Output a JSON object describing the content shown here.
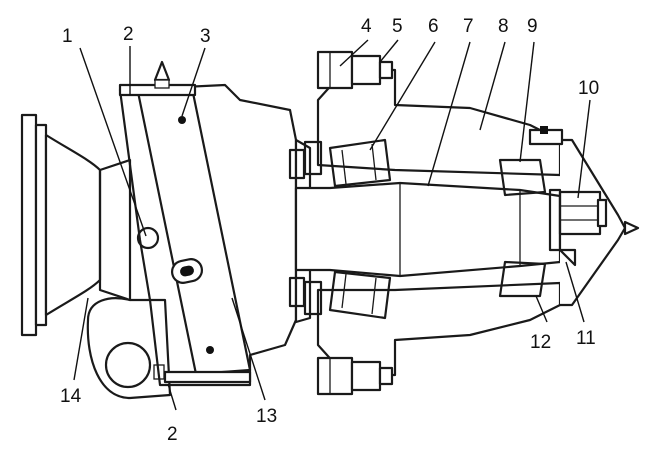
{
  "callouts": [
    {
      "id": "1",
      "text": "1"
    },
    {
      "id": "2a",
      "text": "2"
    },
    {
      "id": "3",
      "text": "3"
    },
    {
      "id": "4",
      "text": "4"
    },
    {
      "id": "5",
      "text": "5"
    },
    {
      "id": "6",
      "text": "6"
    },
    {
      "id": "7",
      "text": "7"
    },
    {
      "id": "8",
      "text": "8"
    },
    {
      "id": "9",
      "text": "9"
    },
    {
      "id": "10",
      "text": "10"
    },
    {
      "id": "11",
      "text": "11"
    },
    {
      "id": "12",
      "text": "12"
    },
    {
      "id": "13",
      "text": "13"
    },
    {
      "id": "14",
      "text": "14"
    },
    {
      "id": "2b",
      "text": "2"
    }
  ]
}
